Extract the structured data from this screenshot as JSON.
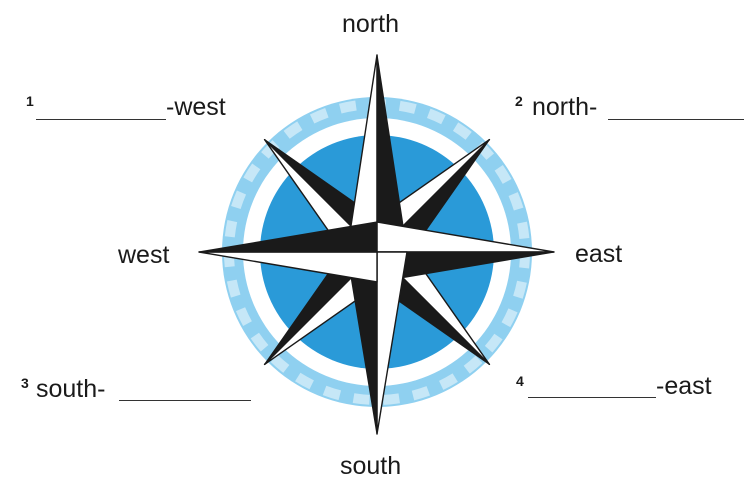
{
  "labels": {
    "north": "north",
    "south": "south",
    "east": "east",
    "west": "west"
  },
  "exercise": [
    {
      "number": "1",
      "prefix": "",
      "suffix": "-west"
    },
    {
      "number": "2",
      "prefix": "north-",
      "suffix": ""
    },
    {
      "number": "3",
      "prefix": "south-",
      "suffix": ""
    },
    {
      "number": "4",
      "prefix": "",
      "suffix": "-east"
    }
  ],
  "colors": {
    "outer_ring": "#8fd0f0",
    "outer_ring_teeth": "#bfe4f6",
    "inner_disc": "#2a9ad8",
    "star_dark": "#1a1a1a",
    "star_light": "#ffffff"
  }
}
